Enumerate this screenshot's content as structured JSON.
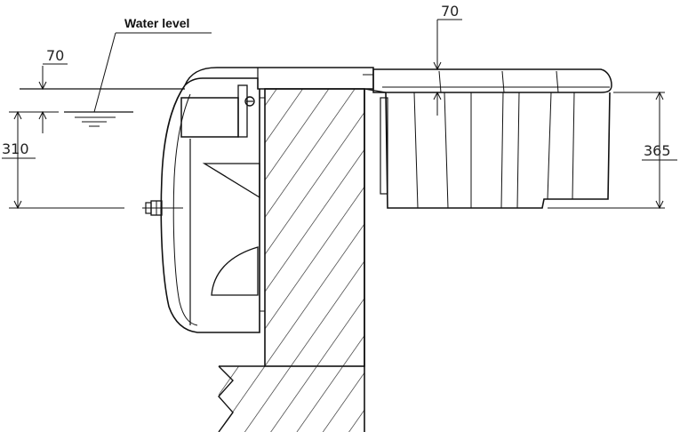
{
  "diagram": {
    "water_level_label": "Water level",
    "dim_top_left": "70",
    "dim_top_right": "70",
    "dim_left_height": "310",
    "dim_right_height": "365"
  },
  "colors": {
    "line": "#111111",
    "hatch": "#222222",
    "background": "#ffffff"
  }
}
